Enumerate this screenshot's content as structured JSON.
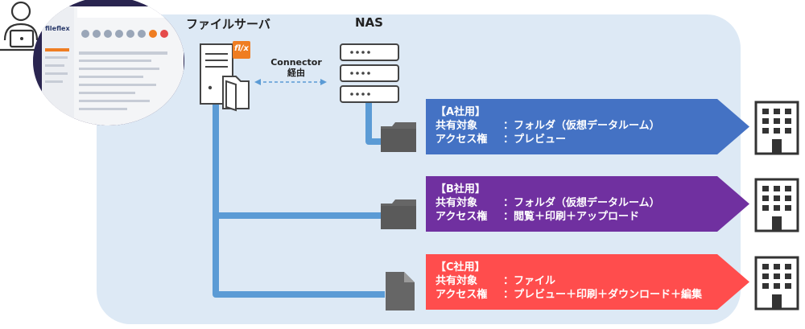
{
  "labels": {
    "file_server": "ファイルサーバ",
    "nas": "NAS",
    "connector_line1": "Connector",
    "connector_line2": "経由",
    "app_logo": "fileflex"
  },
  "companies": [
    {
      "title": "【A社用】",
      "share_key": "共有対象",
      "share_value": "：フォルダ（仮想データルーム）",
      "access_key": "アクセス権",
      "access_value": "：プレビュー",
      "color": "#4472c4"
    },
    {
      "title": "【B社用】",
      "share_key": "共有対象",
      "share_value": "：フォルダ（仮想データルーム）",
      "access_key": "アクセス権",
      "access_value": "：閲覧＋印刷＋アップロード",
      "color": "#7030a0"
    },
    {
      "title": "【C社用】",
      "share_key": "共有対象",
      "share_value": "：ファイル",
      "access_key": "アクセス権",
      "access_value": "：プレビュー＋印刷＋ダウンロード＋編集",
      "color": "#ff4d4d"
    }
  ],
  "colors": {
    "panel": "#dde9f5",
    "line": "#5b9bd5",
    "icon_gray": "#666666",
    "accent_orange": "#ef7d22"
  },
  "icons": [
    "user-icon",
    "laptop-icon",
    "file-server-icon",
    "nas-icon",
    "folder-icon",
    "file-icon",
    "building-icon"
  ]
}
